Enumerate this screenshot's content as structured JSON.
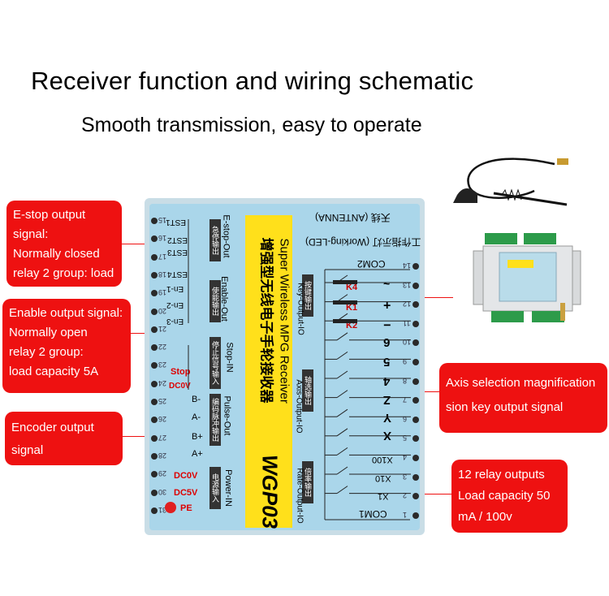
{
  "title": "Receiver function and wiring schematic",
  "subtitle": "Smooth transmission, easy to operate",
  "callouts": {
    "estop": [
      "E-stop output",
      "signal:",
      "Normally closed",
      "relay 2 group: load"
    ],
    "enable": [
      "Enable output signal:",
      "Normally open",
      "relay 2 group:",
      "load capacity 5A"
    ],
    "encoder": [
      "Encoder output",
      "signal"
    ],
    "axis": [
      "Axis selection magnification",
      "sion key output signal"
    ],
    "relay": [
      "12 relay outputs",
      "Load capacity 50",
      "mA / 100v"
    ]
  },
  "board": {
    "model": "WGP03",
    "name_cn": "增强型无线电子手轮接收器",
    "name_en": "Super Wireless MPG Receiver",
    "antenna_cn": "天线",
    "antenna_en": "(ANTENNA)",
    "led_cn": "工作指示灯",
    "led_en": "(Working-LED)",
    "sections": {
      "estop": {
        "cn": "急停输出",
        "en": "E-stop-Out",
        "pins": [
          "EST1",
          "EST2",
          "EST3",
          "EST4"
        ]
      },
      "enable": {
        "cn": "使能输出",
        "en": "Enable-Out",
        "pins": [
          "En-1",
          "En-2",
          "En-3"
        ]
      },
      "stop": {
        "cn": "停止信号输入",
        "en": "Stop-IN",
        "labels": [
          "Stop",
          "DC0V"
        ]
      },
      "pulse": {
        "cn": "编码脉冲输出",
        "en": "Pulse-Out",
        "pins": [
          "B-",
          "A-",
          "B+",
          "A+"
        ]
      },
      "power": {
        "cn": "电源输入",
        "en": "Power-IN",
        "pins": [
          "DC0V",
          "DC5V",
          "PE"
        ]
      },
      "key": {
        "cn": "按键输出",
        "en": "Key-Output-IO",
        "keys": [
          "K4",
          "K1",
          "K2"
        ],
        "com": "COM2",
        "symbols": [
          "~",
          "+",
          "−"
        ]
      },
      "axis": {
        "cn": "轴选输出",
        "en": "Axis-Output-IO",
        "axes": [
          "6",
          "5",
          "4",
          "Z",
          "Y",
          "X"
        ]
      },
      "rate": {
        "cn": "倍率输出",
        "en": "Rate-Output-IO",
        "rates": [
          "X100",
          "X10",
          "X1"
        ],
        "com": "COM1"
      }
    },
    "pin_numbers_left": [
      "15",
      "16",
      "17",
      "18",
      "19",
      "20",
      "21",
      "22",
      "23",
      "24",
      "25",
      "26",
      "27",
      "28",
      "29",
      "30",
      "31"
    ],
    "pin_numbers_right": [
      "14",
      "13",
      "12",
      "11",
      "10",
      "9",
      "8",
      "7",
      "6",
      "5",
      "4",
      "3",
      "2",
      "1"
    ]
  },
  "colors": {
    "accent": "#ee1111",
    "board": "#aad6ea",
    "label": "#ffe01b"
  }
}
